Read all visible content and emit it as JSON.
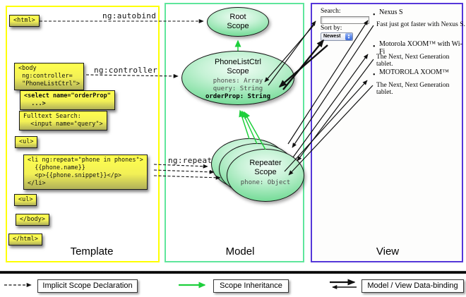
{
  "colors": {
    "template_border": "#ffff00",
    "model_border": "#5fe69c",
    "view_border": "#5537d9",
    "code_box_yellow": "#ffff4d",
    "scope_green_arrow": "#1ecf3c",
    "binding_arrow_black": "#111111"
  },
  "annotations": {
    "autobind": "ng:autobind",
    "controller": "ng:controller",
    "repeat": "ng:repeat"
  },
  "template": {
    "label": "Template",
    "boxes": [
      {
        "text": "<html>"
      },
      {
        "text": "<body\n ng:controller=\n \"PhoneListCtrl\">"
      },
      {
        "text": "<select name=\"orderProp\"\n  ...>"
      },
      {
        "text": "Fulltext Search:\n  <input name=\"query\">"
      },
      {
        "text": "<ul>"
      },
      {
        "text": "<li ng:repeat=\"phone in phones\">\n  {{phone.name}}\n  <p>{{phone.snippet}}</p>\n</li>"
      },
      {
        "text": "<ul>"
      },
      {
        "text": "</body>"
      },
      {
        "text": "</html>"
      }
    ]
  },
  "model": {
    "label": "Model",
    "root_scope": {
      "title": "Root\nScope"
    },
    "phonelist_scope": {
      "title": "PhoneListCtrl\nScope",
      "prop1": "phones: Array",
      "prop2": "query: String",
      "prop3": "orderProp: String"
    },
    "repeater_scope": {
      "title": "Repeater\nScope",
      "prop": "phone: Object"
    }
  },
  "view": {
    "label": "View",
    "search_label": "Search:",
    "search_value": "",
    "sort_label": "Sort by:",
    "sort_value": "Newest",
    "items": [
      {
        "name": "Nexus S",
        "desc": "Fast just got faster with Nexus S."
      },
      {
        "name": "Motorola XOOM™ with Wi-Fi",
        "desc": "The Next, Next Generation tablet."
      },
      {
        "name": "MOTOROLA XOOM™",
        "desc": "The Next, Next Generation tablet."
      }
    ]
  },
  "legend": {
    "implicit": "Implicit Scope Declaration",
    "inheritance": "Scope Inheritance",
    "binding": "Model / View Data-binding"
  }
}
